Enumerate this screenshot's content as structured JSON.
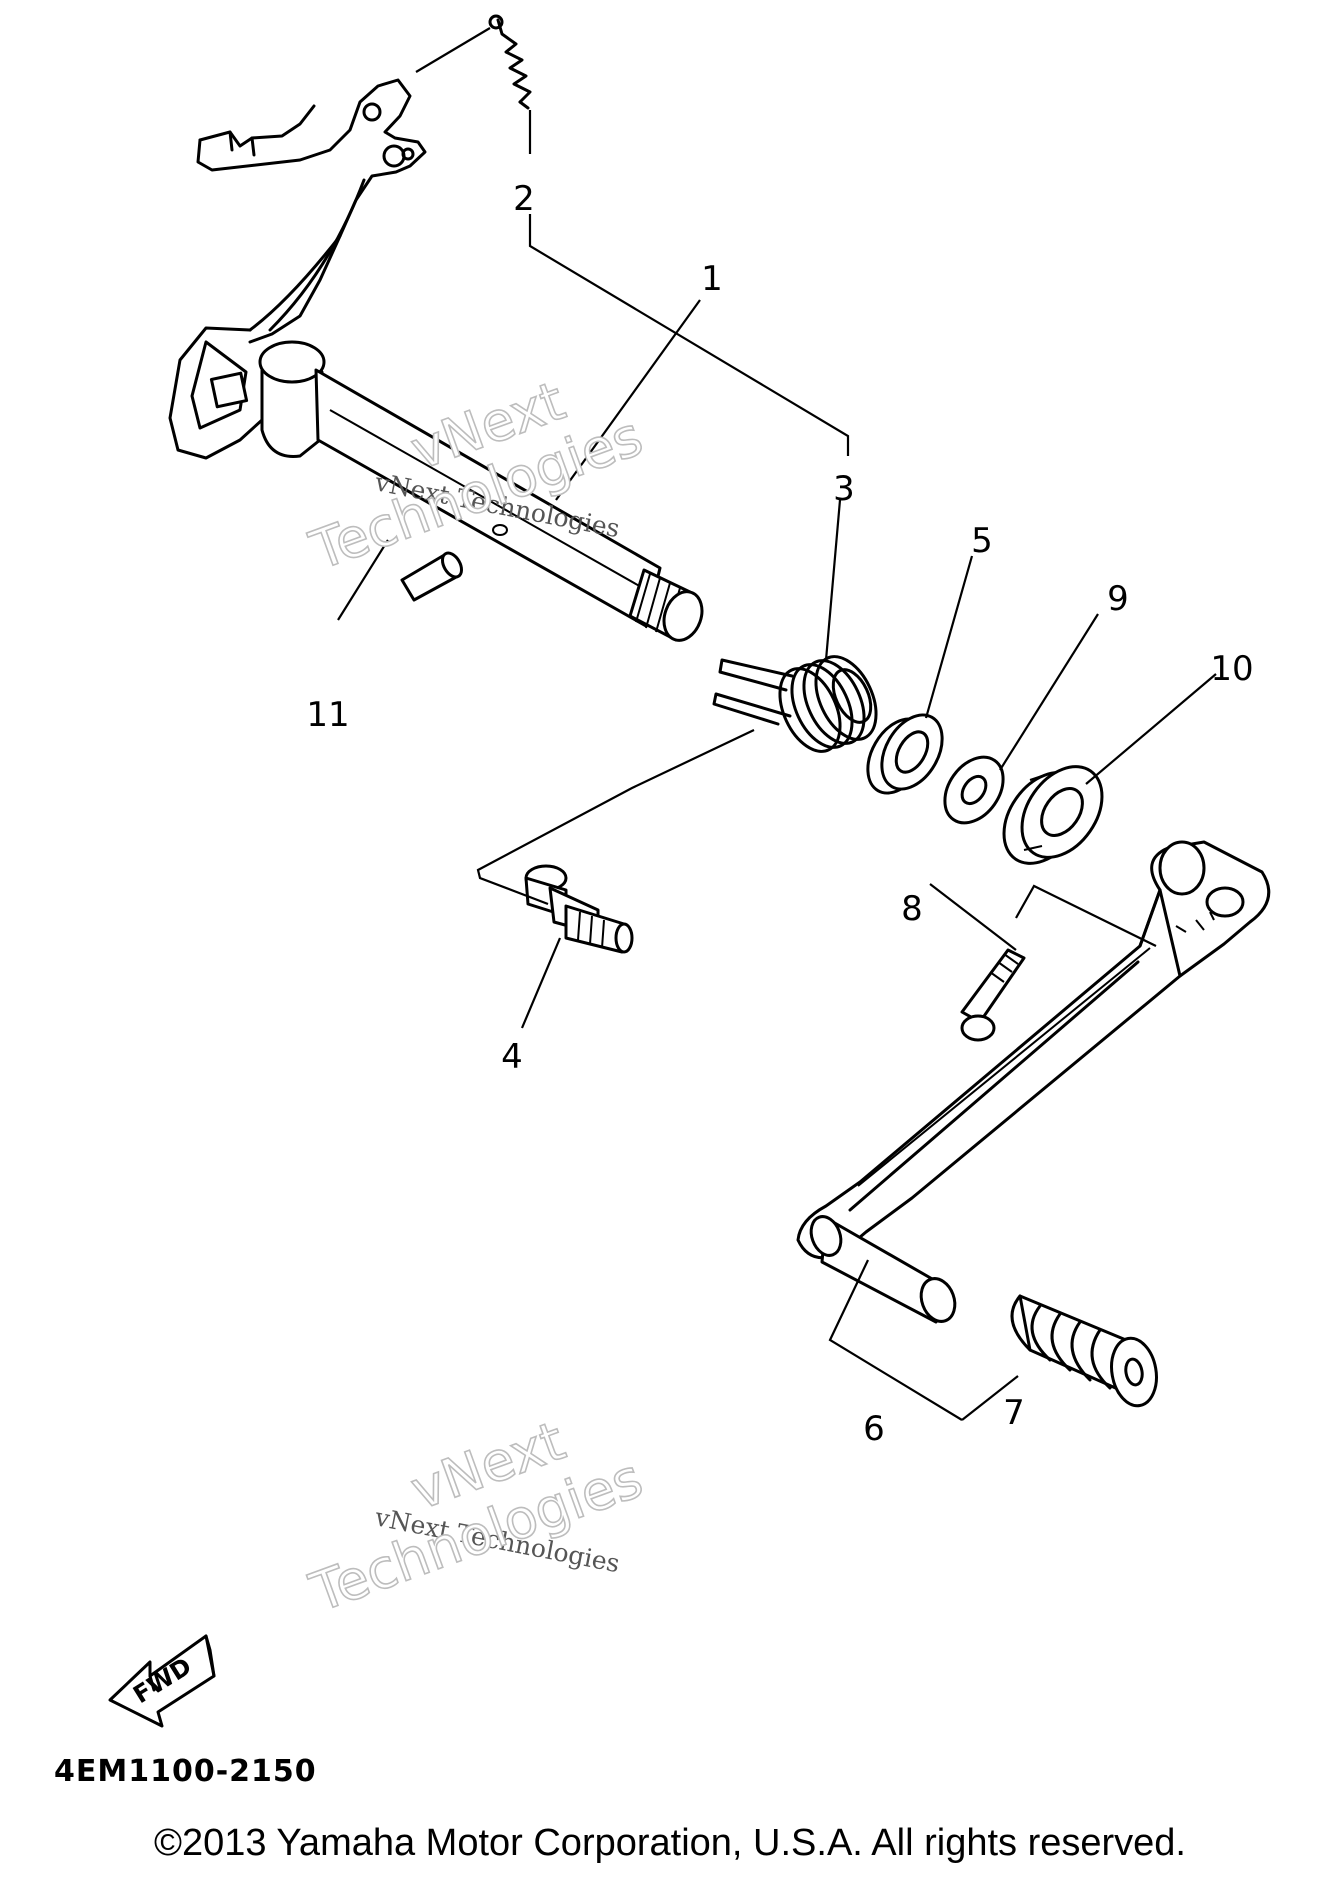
{
  "callouts": [
    "1",
    "2",
    "3",
    "4",
    "5",
    "6",
    "7",
    "8",
    "9",
    "10",
    "11"
  ],
  "watermark": {
    "line_small": "vNext Technologies",
    "line_big_1": "vNext",
    "line_big_2": "Technologies"
  },
  "fwd_label": "FWD",
  "diagram_code": "4EM1100-2150",
  "copyright": "©2013 Yamaha Motor Corporation, U.S.A. All rights reserved.",
  "colors": {
    "ink": "#000000",
    "background": "#ffffff",
    "watermark": "#bdbdbd"
  }
}
